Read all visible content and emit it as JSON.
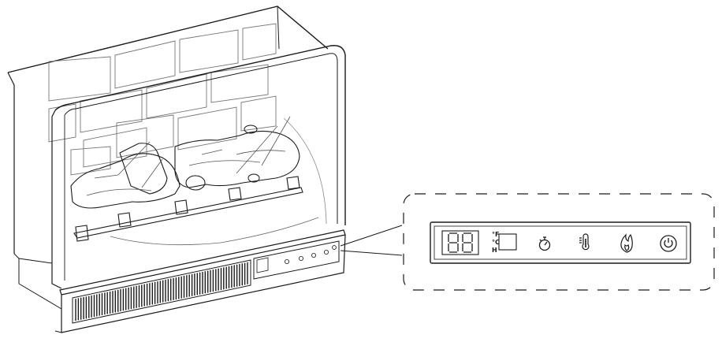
{
  "figure": {
    "subject": "electric-fireplace-insert",
    "callout_style": "dashed-rounded-box"
  },
  "control_panel": {
    "display": {
      "digits": "88"
    },
    "unit_toggle": {
      "top": "°F",
      "middle": "°C",
      "bottom": "H"
    },
    "buttons": [
      {
        "id": "timer",
        "icon": "timer-icon"
      },
      {
        "id": "thermostat",
        "icon": "thermometer-icon"
      },
      {
        "id": "flame",
        "icon": "flame-icon"
      },
      {
        "id": "power",
        "icon": "power-icon"
      }
    ]
  },
  "colors": {
    "ink": "#1a1a1a",
    "background": "#ffffff"
  }
}
